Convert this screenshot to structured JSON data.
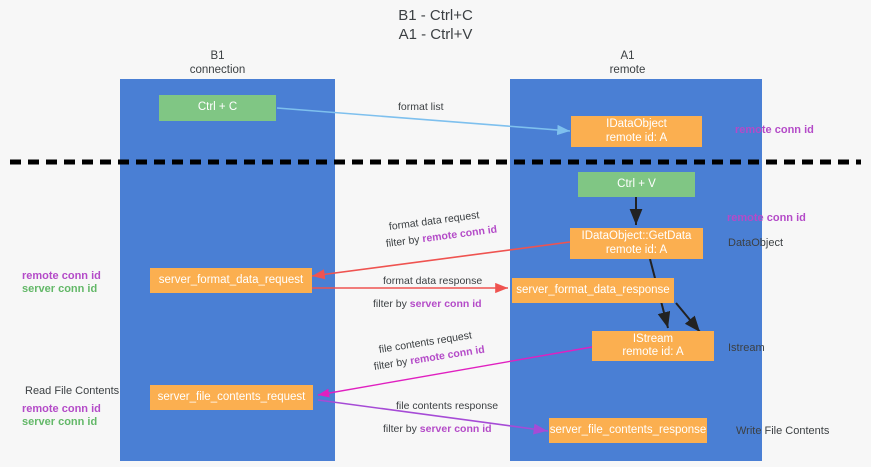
{
  "title": {
    "line1": "B1 - Ctrl+C",
    "line2": "A1 - Ctrl+V"
  },
  "columns": [
    {
      "name": "B1",
      "sub": "connection"
    },
    {
      "name": "A1",
      "sub": "remote"
    }
  ],
  "colors": {
    "lane": "#4a7fd4",
    "green_box": "#80c684",
    "orange_box": "#fbaf50",
    "purple_label": "#b44bc8",
    "green_label": "#63b868",
    "arrow_blue": "#7ec0ee",
    "arrow_red": "#ef5350",
    "arrow_magenta": "#e020c0",
    "arrow_purple": "#a64bd6",
    "arrow_dark": "#222222",
    "divider": "#000000",
    "background": "#f7f7f7"
  },
  "boxes": {
    "ctrl_c": "Ctrl + C",
    "idataobject": {
      "line1": "IDataObject",
      "line2": "remote id: A"
    },
    "ctrl_v": "Ctrl + V",
    "getdata": {
      "line1": "IDataObject::GetData",
      "line2": "remote id: A"
    },
    "server_format_data_request": "server_format_data_request",
    "server_format_data_response": "server_format_data_response",
    "istream": {
      "line1": "IStream",
      "line2": "remote id: A"
    },
    "server_file_contents_request": "server_file_contents_request",
    "server_file_contents_response": "server_file_contents_response"
  },
  "annotations": {
    "format_list": "format list",
    "format_data_request": "format data request",
    "format_data_request_filter_prefix": "filter by ",
    "format_data_request_filter_key": "remote conn id",
    "format_data_response": "format data response",
    "format_data_response_filter_prefix": "filter by ",
    "format_data_response_filter_key": "server conn id",
    "file_contents_request": "file contents request",
    "file_contents_request_filter_prefix": "filter by ",
    "file_contents_request_filter_key": "remote conn id",
    "file_contents_response": "file contents response",
    "file_contents_response_filter_prefix": "filter by ",
    "file_contents_response_filter_key": "server conn id"
  },
  "side_labels": {
    "right_remote_conn_id_top": "remote conn id",
    "right_remote_conn_id_mid": "remote conn id",
    "right_dataobject": "DataObject",
    "right_istream": "Istream",
    "right_write_file_contents": "Write File Contents",
    "left_remote_conn_id_1": "remote conn id",
    "left_server_conn_id_1": "server conn id",
    "left_read_file_contents": "Read File Contents",
    "left_remote_conn_id_2": "remote conn id",
    "left_server_conn_id_2": "server conn id"
  }
}
